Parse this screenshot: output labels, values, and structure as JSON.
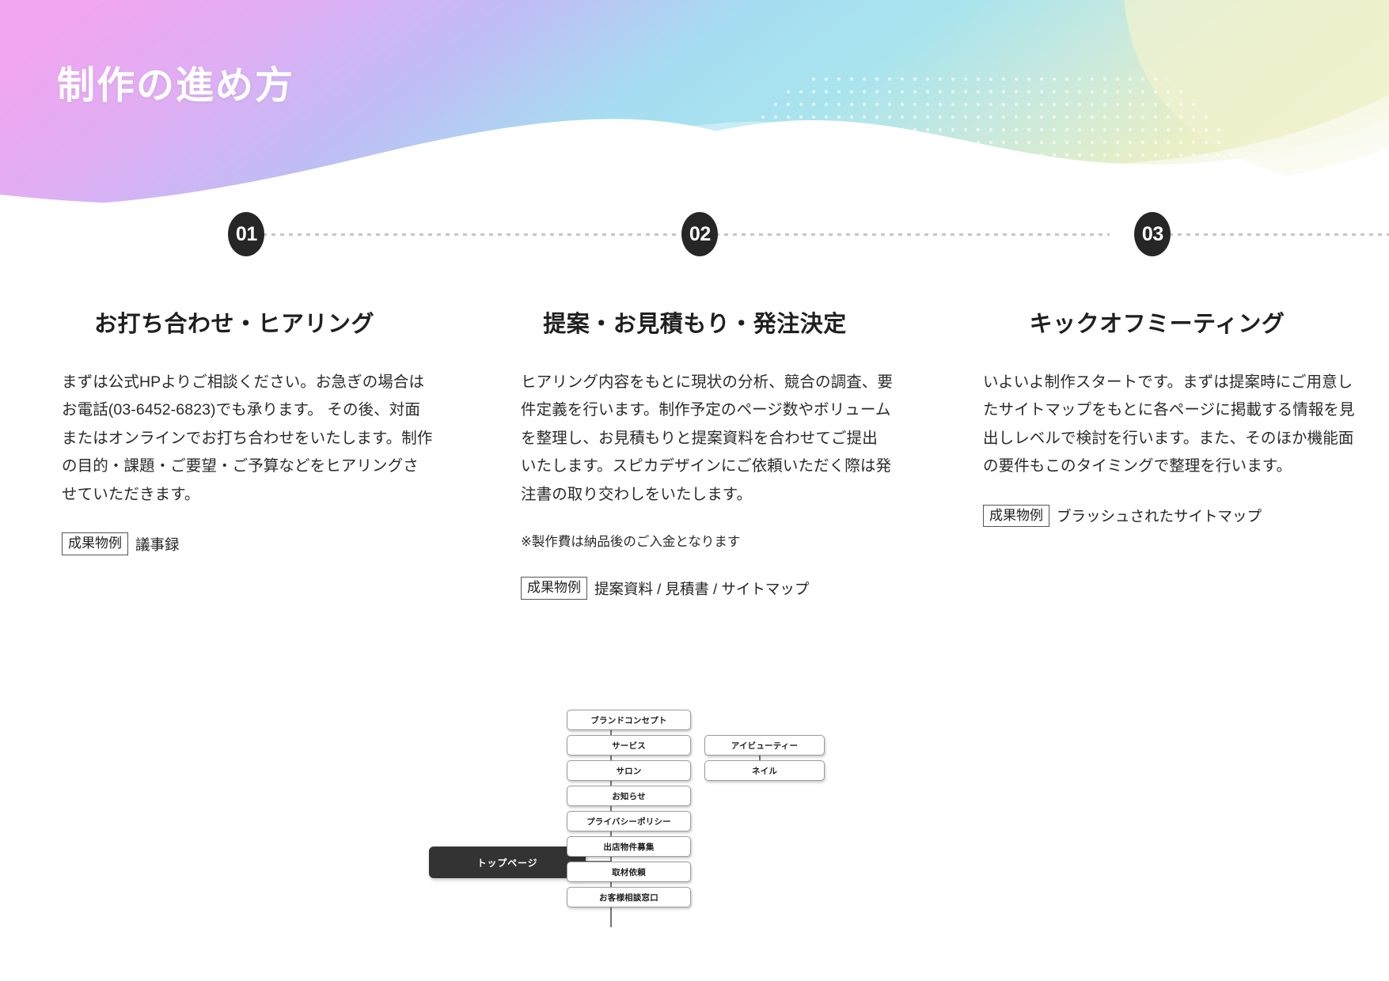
{
  "header": {
    "title": "制作の進め方",
    "gradient": {
      "left": "#efa8f2",
      "mid_left": "#c3b6f5",
      "mid": "#a8e2f2",
      "mid_right": "#bfe7f0",
      "right": "#eef0c9"
    },
    "wave_overlay_color": "#ffffff",
    "dot_pattern_color": "#ffffff"
  },
  "steps": [
    {
      "number": "01",
      "title": "お打ち合わせ・ヒアリング",
      "body": "まずは公式HPよりご相談ください。お急ぎの場合はお電話(03-6452-6823)でも承ります。\nその後、対面またはオンラインでお打ち合わせをいたします。制作の目的・課題・ご要望・ご予算などをヒアリングさせていただきます。",
      "note": "",
      "deliverable_label": "成果物例",
      "deliverable_value": "議事録"
    },
    {
      "number": "02",
      "title": "提案・お見積もり・発注決定",
      "body": "ヒアリング内容をもとに現状の分析、競合の調査、要件定義を行います。制作予定のページ数やボリュームを整理し、お見積もりと提案資料を合わせてご提出いたします。スピカデザインにご依頼いただく際は発注書の取り交わしをいたします。",
      "note": "※製作費は納品後のご入金となります",
      "deliverable_label": "成果物例",
      "deliverable_value": "提案資料 / 見積書 / サイトマップ"
    },
    {
      "number": "03",
      "title": "キックオフミーティング",
      "body": "いよいよ制作スタートです。まずは提案時にご用意したサイトマップをもとに各ページに掲載する情報を見出しレベルで検討を行います。また、そのほか機能面の要件もこのタイミングで整理を行います。",
      "note": "",
      "deliverable_label": "成果物例",
      "deliverable_value": "ブラッシュされたサイトマップ"
    }
  ],
  "sitemap": {
    "root": "トップページ",
    "level1": [
      "ブランドコンセプト",
      "サービス",
      "サロン",
      "お知らせ",
      "プライバシーポリシー",
      "出店物件募集",
      "取材依頼",
      "お客様相談窓口"
    ],
    "level2": [
      "アイビューティー",
      "ネイル"
    ],
    "root_color": "#333333",
    "box_border_color": "#9b9b9b"
  }
}
